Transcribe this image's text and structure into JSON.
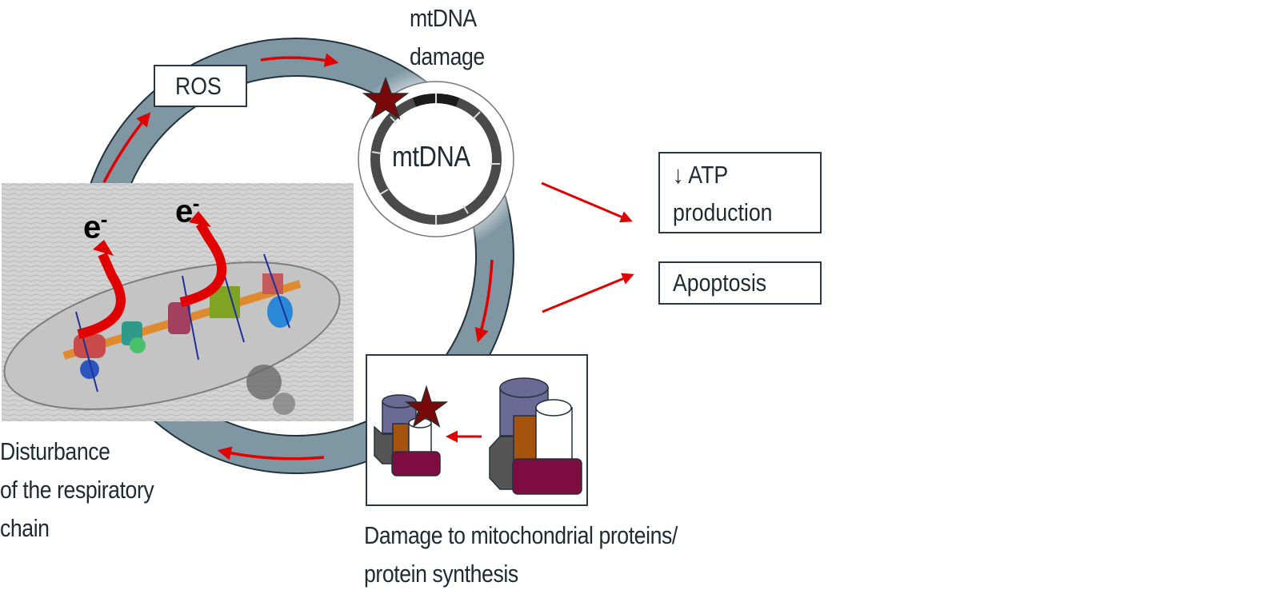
{
  "labels": {
    "mtdna_damage": [
      "mtDNA",
      "damage"
    ],
    "mtdna_center": "mtDNA",
    "ros": "ROS",
    "atp_arrow": "↓",
    "atp_line1": "ATP",
    "atp_line2": "production",
    "apoptosis": "Apoptosis",
    "respiratory": [
      "Disturbance",
      "of the respiratory",
      "chain"
    ],
    "proteins": [
      "Damage to mitochondrial proteins/",
      "protein synthesis"
    ],
    "electron_1": "e",
    "electron_2": "e",
    "electron_sup": "-"
  },
  "colors": {
    "ring": "#7f97a3",
    "ring_stroke": "#22313b",
    "arrow": "#e00000",
    "star": "#7a0a0a",
    "protein_purple": "#6b6a95",
    "protein_orange": "#a6530f",
    "protein_gray": "#555555",
    "protein_maroon": "#7d0c40"
  }
}
